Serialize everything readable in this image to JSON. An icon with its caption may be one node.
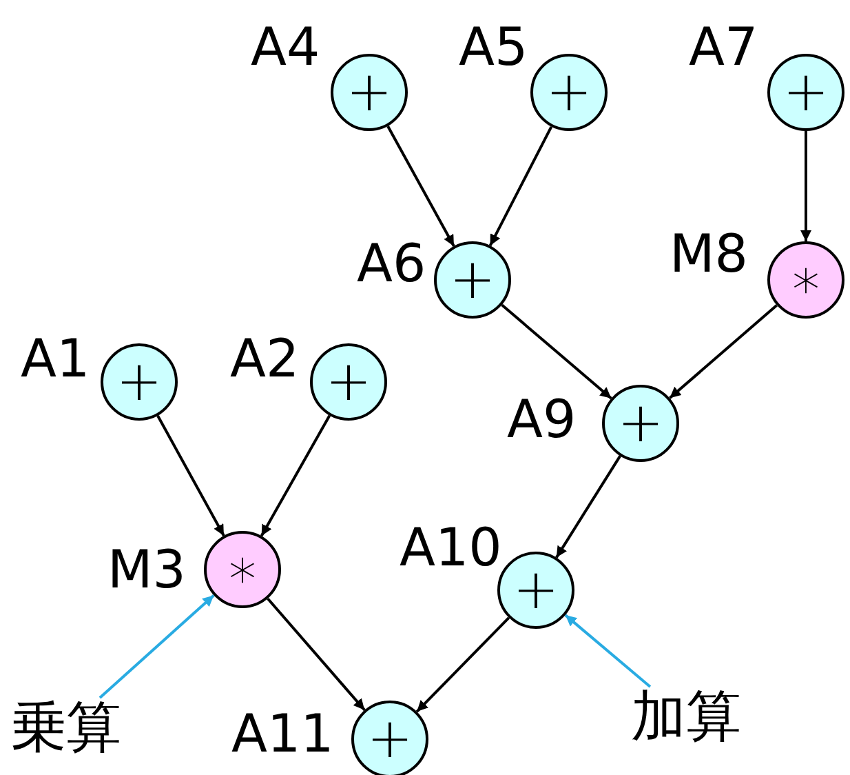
{
  "diagram": {
    "nodes": [
      {
        "text": [
          "+"
        ],
        "beside": [
          "A4"
        ]
      },
      {
        "text": [
          "+"
        ],
        "beside": [
          "A5"
        ]
      },
      {
        "text": [
          "+"
        ],
        "beside": [
          "A7"
        ]
      },
      {
        "text": [
          "+"
        ],
        "beside": [
          "A6"
        ]
      },
      {
        "text": [
          "∗"
        ],
        "beside": [
          "M8"
        ]
      },
      {
        "text": [
          "+"
        ],
        "beside": [
          "A1"
        ]
      },
      {
        "text": [
          "+"
        ],
        "beside": [
          "A2"
        ]
      },
      {
        "text": [
          "+"
        ],
        "beside": [
          "A9"
        ]
      },
      {
        "text": [
          "∗"
        ],
        "beside": [
          "M3"
        ]
      },
      {
        "text": [
          "+"
        ],
        "beside": [
          "A10"
        ]
      },
      {
        "text": [
          "乗算"
        ]
      },
      {
        "text": [
          "+"
        ],
        "beside": [
          "A11"
        ]
      },
      {
        "text": [
          "加算"
        ]
      }
    ],
    "edges": [
      {
        "from": 0,
        "to": 3,
        "arrow": "to"
      },
      {
        "from": 1,
        "to": 3,
        "arrow": "to"
      },
      {
        "from": 2,
        "to": 4,
        "arrow": "to"
      },
      {
        "from": 3,
        "to": 7,
        "arrow": "to"
      },
      {
        "from": 4,
        "to": 7,
        "arrow": "to"
      },
      {
        "from": 5,
        "to": 8,
        "arrow": "to"
      },
      {
        "from": 6,
        "to": 8,
        "arrow": "to"
      },
      {
        "from": 7,
        "to": 9,
        "arrow": "to"
      },
      {
        "from": 8,
        "to": 11,
        "arrow": "to"
      },
      {
        "from": 9,
        "to": 11,
        "arrow": "to"
      },
      {
        "from": 10,
        "to": 8,
        "arrow": "to",
        "color": "#29abe2"
      },
      {
        "from": 12,
        "to": 9,
        "arrow": "to",
        "color": "#29abe2"
      }
    ]
  }
}
